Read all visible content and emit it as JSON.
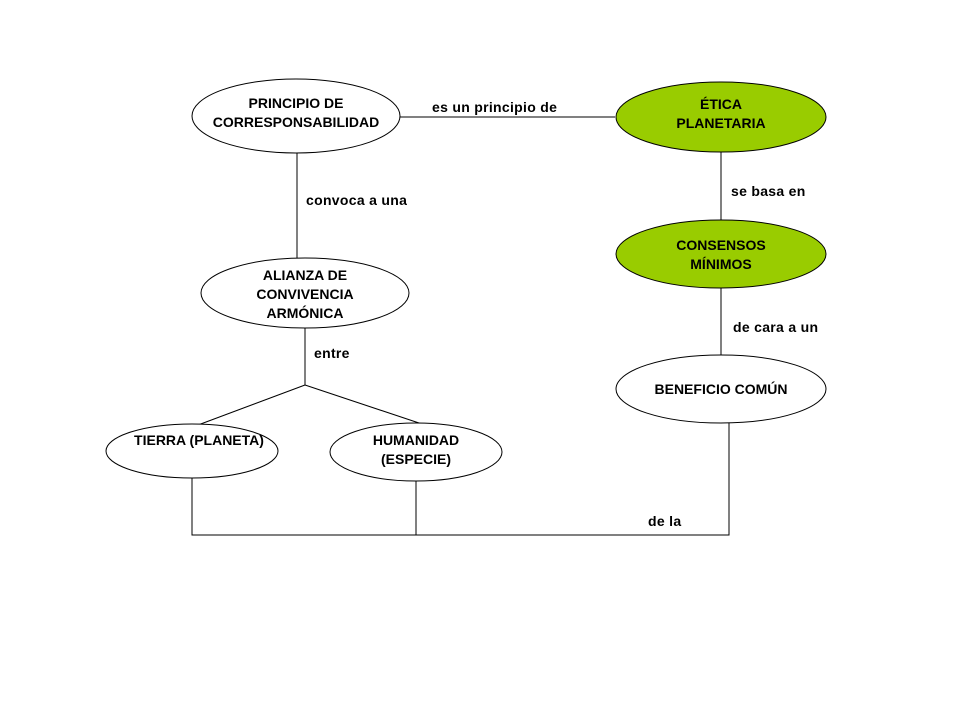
{
  "colors": {
    "highlight_fill": "#99cc00",
    "default_fill": "#ffffff",
    "line": "#000000"
  },
  "nodes": {
    "principio": {
      "lines": [
        "PRINCIPIO DE",
        "CORRESPONSABILIDAD"
      ],
      "highlight": false
    },
    "etica": {
      "lines": [
        "ÉTICA",
        "PLANETARIA"
      ],
      "highlight": true
    },
    "consensos": {
      "lines": [
        "CONSENSOS",
        "MÍNIMOS"
      ],
      "highlight": true
    },
    "alianza": {
      "lines": [
        "ALIANZA DE",
        "CONVIVENCIA",
        "ARMÓNICA"
      ],
      "highlight": false
    },
    "beneficio": {
      "lines": [
        "BENEFICIO COMÚN"
      ],
      "highlight": false
    },
    "tierra": {
      "lines": [
        "TIERRA (PLANETA)"
      ],
      "highlight": false
    },
    "humanidad": {
      "lines": [
        "HUMANIDAD",
        "(ESPECIE)"
      ],
      "highlight": false
    }
  },
  "links": {
    "es_principio": "es un principio de",
    "convoca": "convoca a una",
    "se_basa": "se basa en",
    "de_cara": "de cara a un",
    "entre": "entre",
    "de_la": "de la"
  }
}
